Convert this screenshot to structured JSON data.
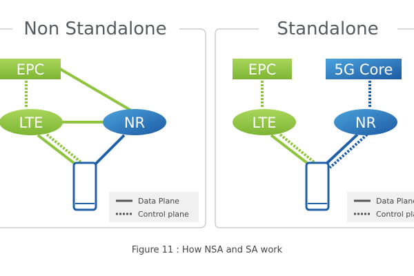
{
  "caption": "Figure 11 : How NSA and SA work",
  "colors": {
    "green": "#8fc43f",
    "green_dark": "#6ea62a",
    "blue": "#1f5fa8",
    "blue_light": "#4aa3dc",
    "panel_border": "#c9cdd1",
    "title_text": "#555b60",
    "legend_bg": "#f0f0f0"
  },
  "panels": {
    "nsa": {
      "title": "Non Standalone",
      "nodes": {
        "core": "EPC",
        "lte": "LTE",
        "nr": "NR"
      },
      "legend": {
        "data": "Data Plane",
        "control": "Control plane"
      }
    },
    "sa": {
      "title": "Standalone",
      "nodes": {
        "epc": "EPC",
        "core": "5G Core",
        "lte": "LTE",
        "nr": "NR"
      },
      "legend": {
        "data": "Data Plane",
        "control": "Control plane"
      }
    }
  }
}
